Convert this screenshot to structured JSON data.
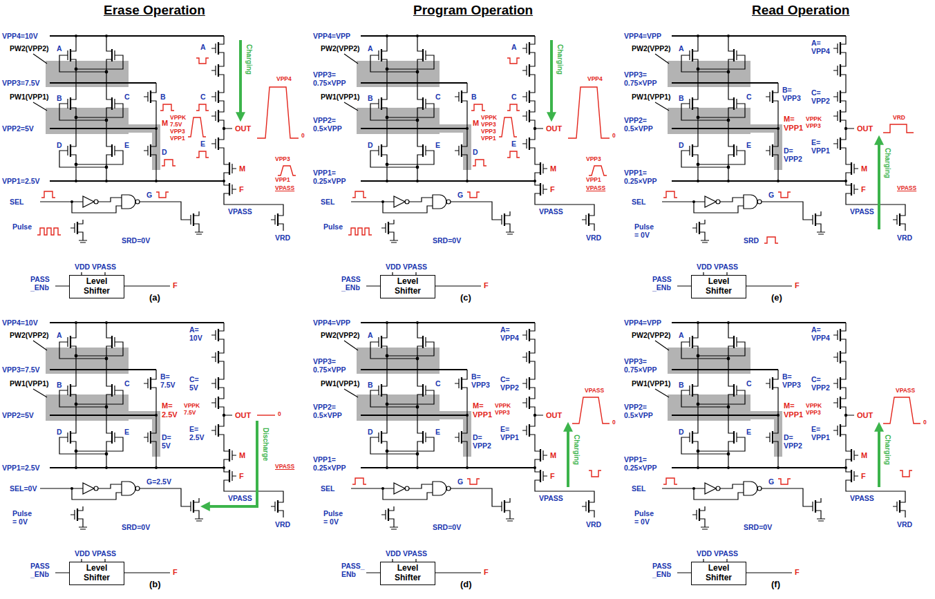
{
  "diagram": {
    "nodes": [
      {
        "text": [
          "Level Shifter"
        ]
      },
      {
        "text": [
          "Level Shifter"
        ]
      },
      {
        "text": [
          "Level Shifter"
        ]
      },
      {
        "text": [
          "Level Shifter"
        ]
      },
      {
        "text": [
          "Level Shifter"
        ]
      },
      {
        "text": [
          "Level Shifter"
        ]
      }
    ],
    "labels": [
      "Erase Operation",
      "Program Operation",
      "Read Operation",
      "VPP4=10V",
      "PW2(VPP2)",
      "A",
      "VPP3=7.5V",
      "PW1(VPP1)",
      "B",
      "C",
      "VPP2=5V",
      "D",
      "E",
      "VPP1=2.5V",
      "SEL",
      "G",
      "Pulse",
      "SRD=0V",
      "VRD",
      "VPASS",
      "A",
      "B",
      "C",
      "D",
      "E",
      "Charging",
      "VPP4",
      "OUT",
      "0",
      "M",
      "VPPK",
      "7.5V",
      "VPP3",
      "VPP1",
      "VPP3",
      "M",
      "VPP1",
      "VPASS",
      "F",
      "VDD VPASS",
      "PASS _ENb",
      "F",
      "(a)",
      "VPP4=10V",
      "PW2(VPP2)",
      "A",
      "VPP3=7.5V",
      "PW1(VPP1)",
      "B",
      "C",
      "VPP2=5V",
      "D",
      "E",
      "VPP1=2.5V",
      "SEL=0V",
      "G=2.5V",
      "Pulse = 0V",
      "SRD=0V",
      "VRD",
      "VPASS",
      "A= 10V",
      "B= 7.5V",
      "C= 5V",
      "M= 2.5V",
      "VPPK",
      "7.5V",
      "D= 5V",
      "E= 2.5V",
      "OUT",
      "0",
      "Discharge",
      "M",
      "VPASS",
      "F",
      "VDD VPASS",
      "PASS _ENb",
      "F",
      "(b)",
      "VPP4=VPP",
      "PW2(VPP2)",
      "A",
      "VPP3= 0.75×VPP",
      "PW1(VPP1)",
      "B",
      "C",
      "VPP2= 0.5×VPP",
      "D",
      "E",
      "VPP1= 0.25×VPP",
      "SEL",
      "G",
      "Pulse",
      "SRD=0V",
      "VRD",
      "VPASS",
      "A",
      "B",
      "C",
      "D",
      "E",
      "Charging",
      "VPP4",
      "OUT",
      "0",
      "M",
      "VPPK",
      "VPP3",
      "VPP3",
      "VPP1",
      "VPP3",
      "M",
      "VPP1",
      "VPASS",
      "F",
      "VDD VPASS",
      "PASS _ENb",
      "F",
      "(c)",
      "VPP4=VPP",
      "PW2(VPP2)",
      "A",
      "VPP3= 0.75×VPP",
      "PW1(VPP1)",
      "B",
      "C",
      "VPP2= 0.5×VPP",
      "D",
      "E",
      "VPP1= 0.25×VPP",
      "SEL",
      "G",
      "Pulse = 0V",
      "SRD=0V",
      "VRD",
      "VPASS",
      "A= VPP4",
      "B= VPP3",
      "C= VPP2",
      "M= VPP1",
      "VPPK",
      "VPP3",
      "D= VPP2",
      "E= VPP1",
      "OUT",
      "VPASS",
      "0",
      "Charging",
      "M",
      "F",
      "VDD VPASS",
      "PASS_ ENb",
      "F",
      "(d)",
      "VPP4=VPP",
      "PW2(VPP2)",
      "A",
      "VPP3= 0.75×VPP",
      "PW1(VPP1)",
      "B",
      "C",
      "VPP2= 0.5×VPP",
      "D",
      "E",
      "VPP1= 0.25×VPP",
      "SEL",
      "G",
      "Pulse = 0V",
      "SRD",
      "VRD",
      "VPASS",
      "A= VPP4",
      "B= VPP3",
      "C= VPP2",
      "M= VPP1",
      "VPPK",
      "VPP3",
      "D= VPP2",
      "E= VPP1",
      "OUT",
      "VRD",
      "Charging",
      "M",
      "F",
      "VPASS",
      "VDD VPASS",
      "PASS _ENb",
      "F",
      "(e)",
      "VPP4=VPP",
      "PW2(VPP2)",
      "A",
      "VPP3= 0.75×VPP",
      "PW1(VPP1)",
      "B",
      "C",
      "VPP2= 0.5×VPP",
      "D",
      "E",
      "VPP1= 0.25×VPP",
      "SEL",
      "G",
      "Pulse = 0V",
      "SRD=0V",
      "VRD",
      "VPASS",
      "A= VPP4",
      "B= VPP3",
      "C= VPP2",
      "M= VPP1",
      "VPPK",
      "VPP3",
      "D= VPP2",
      "E= VPP1",
      "OUT",
      "VPASS",
      "0",
      "Charging",
      "M",
      "F",
      "VDD VPASS",
      "PASS _ENb",
      "F",
      "(f)"
    ]
  }
}
